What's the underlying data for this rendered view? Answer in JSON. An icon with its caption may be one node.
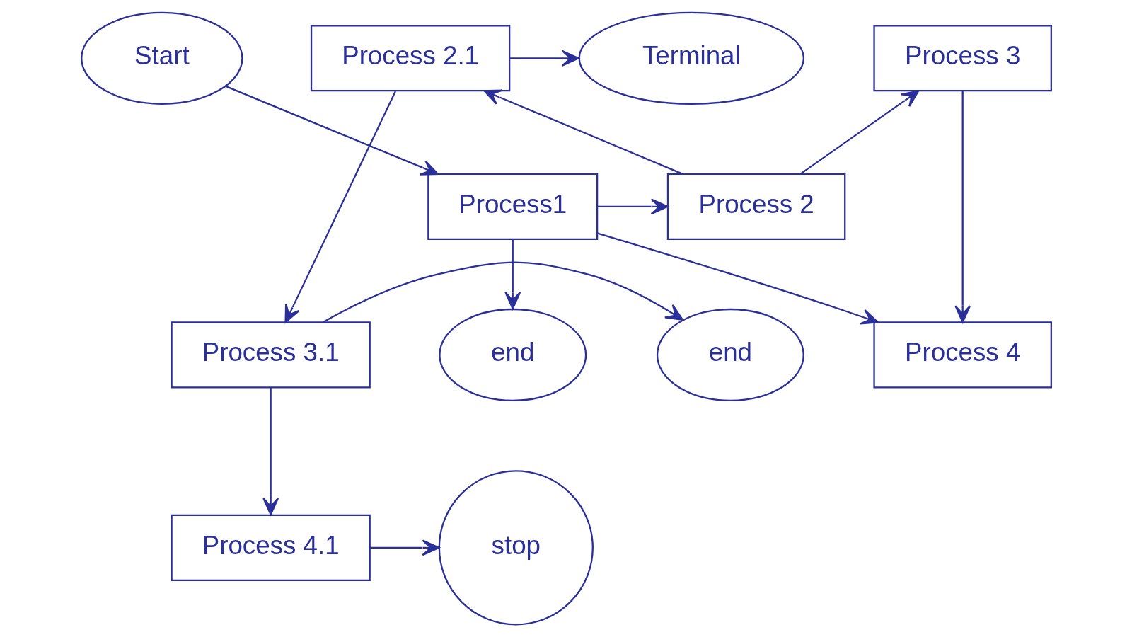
{
  "diagram": {
    "nodes": [
      {
        "text": [
          "stop"
        ]
      },
      {
        "text": [
          "Process 4.1"
        ]
      },
      {
        "text": [
          "Process 4"
        ]
      },
      {
        "text": [
          "end"
        ]
      },
      {
        "text": [
          "Process 3.1"
        ]
      },
      {
        "text": [
          "Process 3"
        ]
      },
      {
        "text": [
          "Start"
        ]
      },
      {
        "text": [
          "Terminal"
        ]
      },
      {
        "text": [
          "Process 2.1"
        ]
      },
      {
        "text": [
          "Process 2"
        ]
      },
      {
        "text": [
          "Process1"
        ]
      },
      {
        "text": [
          "end"
        ]
      }
    ],
    "edges": [
      {
        "from": 6,
        "to": 10,
        "arrow": "to"
      },
      {
        "from": 10,
        "to": 11,
        "arrow": "to"
      },
      {
        "from": 10,
        "to": 9,
        "arrow": "to"
      },
      {
        "from": 10,
        "to": 2,
        "arrow": "to"
      },
      {
        "from": 9,
        "to": 8,
        "arrow": "to"
      },
      {
        "from": 9,
        "to": 5,
        "arrow": "to"
      },
      {
        "from": 5,
        "to": 2,
        "arrow": "to"
      },
      {
        "from": 8,
        "to": 7,
        "arrow": "to"
      },
      {
        "from": 8,
        "to": 4,
        "arrow": "to"
      },
      {
        "from": 4,
        "to": 3,
        "arrow": "to"
      },
      {
        "from": 4,
        "to": 1,
        "arrow": "to"
      },
      {
        "from": 1,
        "to": 0,
        "arrow": "to"
      }
    ]
  }
}
